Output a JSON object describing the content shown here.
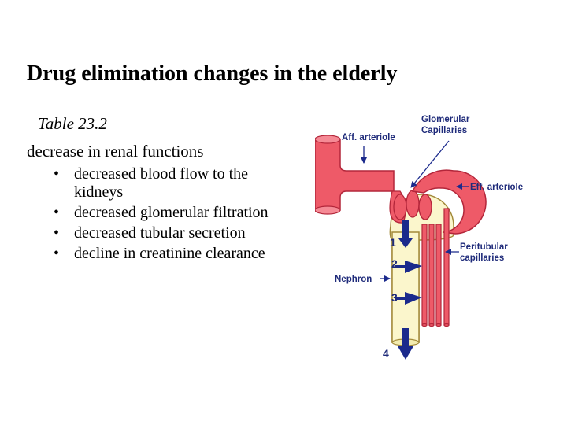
{
  "slide": {
    "title": "Drug elimination changes in the elderly",
    "table_ref": "Table 23.2",
    "heading": "decrease in renal functions",
    "bullets": [
      "decreased blood flow to the kidneys",
      "decreased glomerular filtration",
      "decreased tubular secretion",
      "decline in creatinine clearance"
    ]
  },
  "diagram": {
    "labels": {
      "aff_arteriole": "Aff. arteriole",
      "glomerular_line1": "Glomerular",
      "glomerular_line2": "Capillaries",
      "eff_arteriole": "Eff. arteriole",
      "peritubular_line1": "Peritubular",
      "peritubular_line2": "capillaries",
      "nephron": "Nephron"
    },
    "step_numbers": [
      "1",
      "2",
      "3",
      "4"
    ],
    "colors": {
      "vessel": "#ee5a68",
      "vessel_outline": "#b3263a",
      "tubule": "#fbf6cc",
      "tubule_outline": "#a38a3a",
      "arrow": "#1b2a8c",
      "label": "#1f2b7a"
    }
  }
}
